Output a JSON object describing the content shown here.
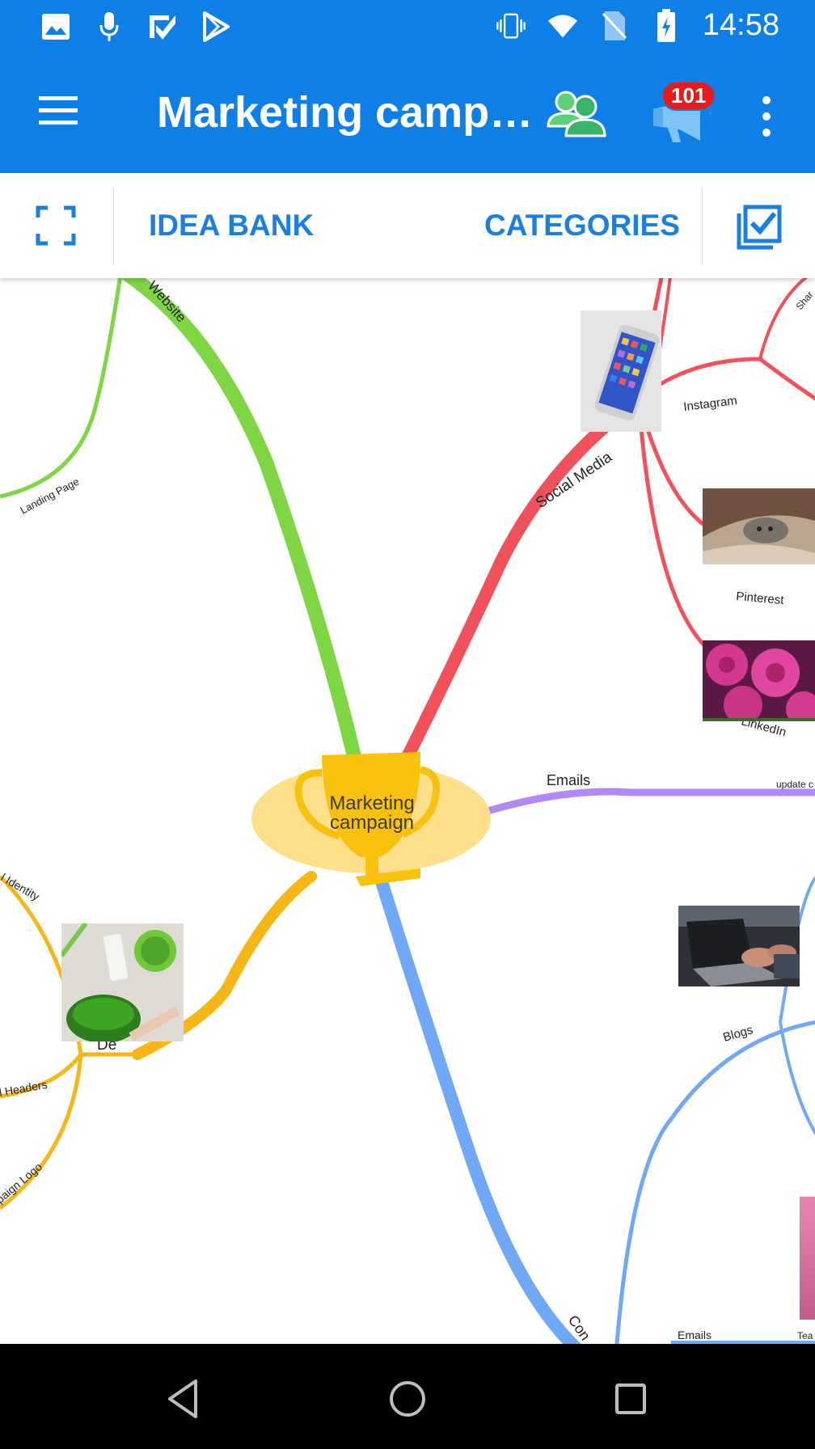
{
  "status_bar": {
    "time": "14:58",
    "left_icons": [
      "image-icon",
      "microphone-icon",
      "tick-app-icon",
      "play-store-icon"
    ],
    "right_icons": [
      "vibrate-icon",
      "wifi-icon",
      "no-sim-icon",
      "battery-charging-icon"
    ]
  },
  "app_bar": {
    "title": "Marketing camp…",
    "notification_badge": "101",
    "icons": [
      "menu-icon",
      "people-icon",
      "megaphone-icon",
      "more-vert-icon"
    ]
  },
  "toolbar": {
    "idea_bank_label": "IDEA BANK",
    "categories_label": "CATEGORIES",
    "icons": [
      "fullscreen-icon",
      "checklist-icon"
    ]
  },
  "mind_map": {
    "central_topic": {
      "line1": "Marketing",
      "line2": "campaign",
      "icon": "trophy-icon"
    },
    "branches": {
      "website": "Website",
      "landing_page": "Landing Page",
      "social_media": "Social Media",
      "instagram": "Instagram",
      "share": "Shar",
      "pinterest": "Pinterest",
      "linkedin": "LinkedIn",
      "emails": "Emails",
      "update": "update c",
      "identity": "l Identity",
      "headers": "l Headers",
      "campaign_logo": "paign Logo",
      "design": "De",
      "blogs": "Blogs",
      "content": "Con",
      "emails2": "Emails",
      "teams": "Tea"
    },
    "colors": {
      "website": "#7ed643",
      "social": "#f0515a",
      "emails": "#b388f5",
      "design": "#f5b616",
      "content": "#6ea8f7",
      "central_fill": "#ffe08a",
      "trophy": "#f8c20c"
    }
  },
  "nav_bar": {
    "icons": [
      "back-icon",
      "home-icon",
      "recents-icon"
    ]
  }
}
